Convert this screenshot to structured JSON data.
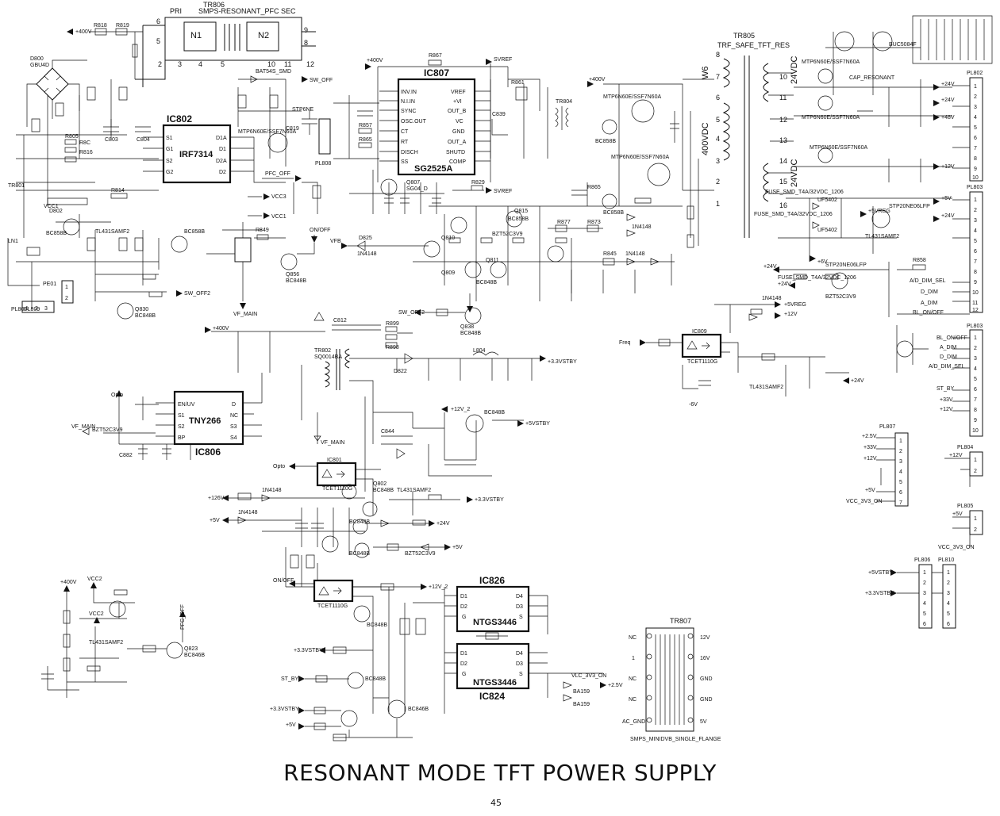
{
  "title": "RESONANT MODE TFT POWER SUPPLY",
  "page_number": "45",
  "ics": {
    "ic802": {
      "ref": "IC802",
      "part": "IRF7314",
      "pins_left": [
        "S1",
        "G1",
        "S2",
        "G2"
      ],
      "pins_right": [
        "D1A",
        "D1",
        "D2A",
        "D2"
      ]
    },
    "ic807": {
      "ref": "IC807",
      "part": "SG2525A",
      "pins_left": [
        "INV.IN",
        "N.I.IN",
        "SYNC",
        "OSC.OUT",
        "CT",
        "RT",
        "DISCH",
        "SS"
      ],
      "pins_right": [
        "VREF",
        "+VI",
        "OUT_B",
        "VC",
        "GND",
        "OUT_A",
        "SHUTD",
        "COMP"
      ]
    },
    "ic806": {
      "ref": "IC806",
      "part": "TNY266",
      "pins_left": [
        "EN/UV",
        "S1",
        "S2",
        "BP"
      ],
      "pins_right": [
        "D",
        "NC",
        "S3",
        "S4"
      ]
    },
    "ic801": {
      "ref": "IC801",
      "part": "TCET1110G"
    },
    "ic809": {
      "ref": "IC809",
      "part": "TCET1110G"
    },
    "ic_opto3": {
      "ref": "",
      "part": "TCET1110G"
    },
    "ic826": {
      "ref": "IC826",
      "part": "NTGS3446",
      "pins_left": [
        "D1",
        "D2",
        "G"
      ],
      "pins_right": [
        "D4",
        "D3",
        "S"
      ]
    },
    "ic824": {
      "ref": "IC824",
      "part": "NTGS3446",
      "pins_left": [
        "D1",
        "D2",
        "G"
      ],
      "pins_right": [
        "D4",
        "D3",
        "S"
      ]
    }
  },
  "transformers": {
    "tr806": {
      "ref": "TR806",
      "part": "SMPS-RESONANT_PFC",
      "pri": "PRI",
      "sec": "SEC",
      "n1": "N1",
      "n2": "N2",
      "pins_top": [
        "6",
        "9"
      ],
      "pins_mid": [
        "5",
        "8"
      ],
      "pins_bottom": [
        "2",
        "3",
        "4",
        "5",
        "10",
        "11",
        "12"
      ]
    },
    "tr805": {
      "ref": "TR805",
      "part": "TRF_SAFE_TFT_RES",
      "pins": [
        "8",
        "7",
        "6",
        "5",
        "4",
        "3",
        "2",
        "1"
      ],
      "w6": "W6",
      "v_400": "400VDC",
      "v_24a": "24VDC",
      "v_24b": "24VDC",
      "sec_pins": [
        "10",
        "11",
        "12",
        "13",
        "14",
        "15",
        "16"
      ]
    },
    "tr807": {
      "ref": "TR807",
      "part": "SMPS_MINIDVB_SINGLE_FLANGE",
      "left_labels": [
        "NC",
        "1",
        "NC",
        "NC",
        "AC_GND"
      ],
      "right_labels": [
        "12V",
        "16V",
        "GND",
        "GND",
        "5V"
      ]
    },
    "tr802": {
      "ref": "TR802",
      "part": "SQ0014BA"
    }
  },
  "connectors": {
    "pl802": {
      "ref": "PL802",
      "pins": [
        "1",
        "2",
        "3",
        "4",
        "5",
        "6",
        "7",
        "8",
        "9",
        "10"
      ]
    },
    "pl803": {
      "ref": "PL803",
      "pins": [
        "1",
        "2",
        "3",
        "4",
        "5",
        "6",
        "7",
        "8",
        "9",
        "10",
        "11",
        "12"
      ]
    },
    "pl803b": {
      "ref": "PL803",
      "pins": [
        "1",
        "2",
        "3",
        "4",
        "5",
        "6",
        "7",
        "8",
        "9",
        "10"
      ]
    },
    "pl807": {
      "ref": "PL807",
      "pins": [
        "1",
        "2",
        "3",
        "4",
        "5",
        "6",
        "7"
      ],
      "nets": [
        "+2.5V",
        "+33V",
        "+12V",
        "+5V",
        "VCC_3V3_ON"
      ]
    },
    "pl804": {
      "ref": "PL804",
      "pins": [
        "1",
        "2"
      ],
      "nets": [
        "+12V"
      ]
    },
    "pl805": {
      "ref": "PL805",
      "pins": [
        "1",
        "2"
      ],
      "nets": [
        "+5V",
        "VCC_3V3_ON"
      ]
    },
    "pl806": {
      "ref": "PL806",
      "pins": [
        "1",
        "2",
        "3",
        "4",
        "5",
        "6"
      ],
      "nets": [
        "+5VSTBY",
        "+3.3VSTBY"
      ]
    },
    "pl810": {
      "ref": "PL810",
      "pins": [
        "1",
        "2",
        "3",
        "4",
        "5",
        "6"
      ]
    },
    "pl809": {
      "ref": "PL809",
      "pins": [
        "1",
        "2",
        "3"
      ]
    },
    "pl800": {
      "ref": "PL800",
      "pins": [
        "1",
        "2",
        "3"
      ]
    }
  },
  "nets": {
    "n400v": "+400V",
    "vcc1": "VCC1",
    "vcc3": "VCC3",
    "vcc2": "VCC2",
    "vf_main": "VF_MAIN",
    "vfb": "VFB",
    "pfc_off": "PFC_OFF",
    "sw_off": "SW_OFF",
    "pfc_off2": "PFC_OFF",
    "sw_off2": "SW_OFF2",
    "onoff": "ON/OFF",
    "svref": "SVREF",
    "n5vstby": "+5VSTBY",
    "n33stby": "+3.3VSTBY",
    "n12v2": "+12V_2",
    "n24v": "+24V",
    "n12v": "+12V",
    "n5v": "+5V",
    "n33v": "+33V",
    "n126v": "+126V",
    "n25v": "+2.5V",
    "n5vreg": "+5VREG",
    "opto": "Opto",
    "freq": "Freq",
    "st_by": "ST_BY",
    "vlc": "VLC_3V3_ON",
    "bl_onoff": "BL_ON/OFF",
    "a_dim": "A_DIM",
    "d_dim": "D_DIM",
    "ad_dim_sel": "A/D_DIM_SEL",
    "n_mos": "+5VREG",
    "n_6v": "+6V"
  },
  "parts": {
    "q_a": "BC858B",
    "q_b": "BC848B",
    "q_c": "BC858B",
    "q_d": "BC848B",
    "q_e": "BC846B",
    "tl431": "TL431SAMF2",
    "stp": "STP20NE06LFP",
    "mtp": "MTP6N60E/SSF7N60A",
    "bat54": "BAT54S_SMD",
    "bzt": "BZT52C3V9",
    "uf": "UF5402",
    "d1n": "1N4148",
    "ba159": "BA159",
    "bucc": "BUC5084F",
    "bc848": "BC848B",
    "sy": "SG04_D"
  },
  "annotations": {
    "fuse1": "FUSE_SMD_T4A/32VDC_1206",
    "fuse2": "FUSE_SMD_T4A/32VDC_1206",
    "fuse3": "FUSE_SMD_T4A/32VDC_1206",
    "pl808": "PL808",
    "resonant": "CAP_RESONANT",
    "rb": "R858",
    "gbu": "GBU4D",
    "n48v": "+48V"
  }
}
